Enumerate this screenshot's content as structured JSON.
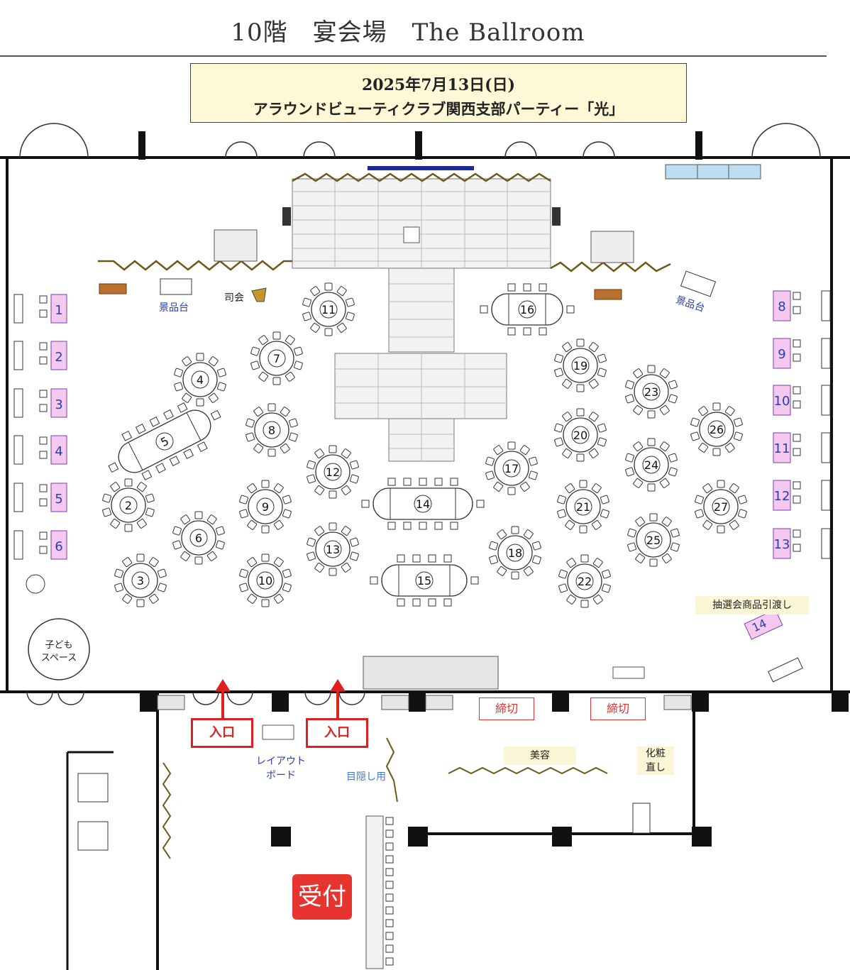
{
  "header": {
    "title": "10階　宴会場　The Ballroom"
  },
  "event": {
    "date": "2025年7月13日(日)",
    "name": "アラウンドビューティクラブ関西支部パーティー「光」"
  },
  "labels": {
    "prize_table_left": "景品台",
    "prize_table_right": "景品台",
    "mc": "司会",
    "kids_space_line1": "子ども",
    "kids_space_line2": "スペース",
    "lottery_handover": "抽選会商品引渡し",
    "entrance_left": "入口",
    "entrance_right": "入口",
    "layout_board_line1": "レイアウト",
    "layout_board_line2": "ボード",
    "screen_use": "目隠し用",
    "cutoff_left": "締切",
    "cutoff_right": "締切",
    "beauty": "美容",
    "makeup_line1": "化粧",
    "makeup_line2": "直し",
    "reception": "受付"
  },
  "side_booths_left": [
    "1",
    "2",
    "3",
    "4",
    "5",
    "6"
  ],
  "side_booths_right": [
    "8",
    "9",
    "10",
    "11",
    "12",
    "13"
  ],
  "lottery_booth": "14",
  "round_tables": [
    "2",
    "3",
    "4",
    "6",
    "7",
    "8",
    "9",
    "10",
    "11",
    "12",
    "13",
    "17",
    "18",
    "19",
    "20",
    "21",
    "22",
    "23",
    "24",
    "25",
    "26",
    "27"
  ],
  "long_tables": [
    "5",
    "14",
    "15",
    "16"
  ],
  "colors": {
    "booth_fill": "#f5c8f0",
    "booth_border": "#7a3fb0",
    "entrance_red": "#e02020",
    "reception_red": "#e8342f",
    "label_blue": "#2b3fa8",
    "event_box_fill": "#fff8d6",
    "window_blue": "#bcdcf0"
  }
}
